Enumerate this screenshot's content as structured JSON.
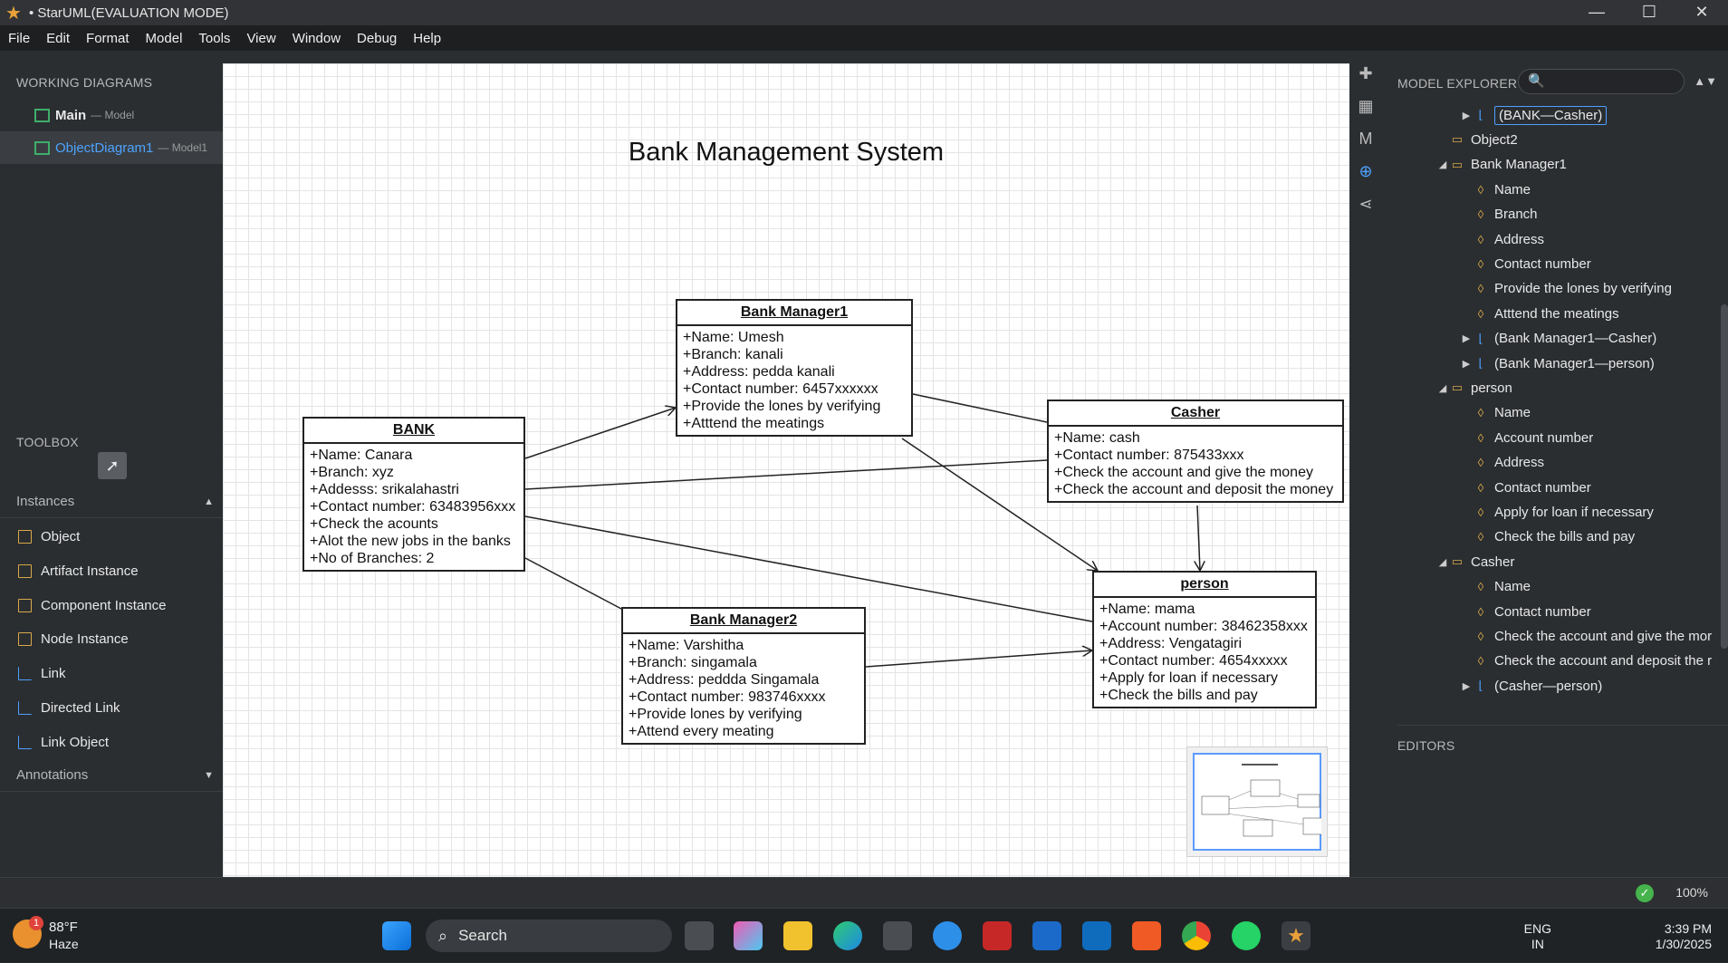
{
  "window": {
    "title": "• StarUML(EVALUATION MODE)",
    "minimize": "—",
    "maximize": "☐",
    "close": "✕"
  },
  "menu": [
    "File",
    "Edit",
    "Format",
    "Model",
    "Tools",
    "View",
    "Window",
    "Debug",
    "Help"
  ],
  "working_diagrams": {
    "title": "WORKING DIAGRAMS",
    "items": [
      {
        "name": "Main",
        "sub": "— Model"
      },
      {
        "name": "ObjectDiagram1",
        "sub": "— Model1"
      }
    ]
  },
  "toolbox": {
    "title": "TOOLBOX",
    "group_instances": "Instances",
    "items": [
      "Object",
      "Artifact Instance",
      "Component Instance",
      "Node Instance",
      "Link",
      "Directed Link",
      "Link Object"
    ],
    "group_annotations": "Annotations"
  },
  "diagram": {
    "title": "Bank Management System",
    "objects": [
      {
        "id": "bank",
        "name": "BANK",
        "attrs": [
          "+Name: Canara",
          "+Branch: xyz",
          "+Addesss: srikalahastri",
          "+Contact number: 63483956xxx",
          "+Check the acounts",
          "+Alot the new jobs in the banks",
          "+No of Branches: 2"
        ]
      },
      {
        "id": "bm1",
        "name": "Bank Manager1",
        "attrs": [
          "+Name: Umesh",
          "+Branch: kanali",
          "+Address: pedda kanali",
          "+Contact number: 6457xxxxxx",
          "+Provide the lones by verifying",
          "+Atttend the meatings"
        ]
      },
      {
        "id": "casher",
        "name": "Casher",
        "attrs": [
          "+Name: cash",
          "+Contact number: 875433xxx",
          "+Check the account and give the money",
          "+Check the account and deposit the money"
        ]
      },
      {
        "id": "person",
        "name": "person",
        "attrs": [
          "+Name: mama",
          "+Account number: 38462358xxx",
          "+Address: Vengatagiri",
          "+Contact  number: 4654xxxxx",
          "+Apply for loan if necessary",
          "+Check the bills and pay"
        ]
      },
      {
        "id": "bm2",
        "name": "Bank Manager2",
        "attrs": [
          "+Name: Varshitha",
          "+Branch: singamala",
          "+Address: peddda Singamala",
          "+Contact number: 983746xxxx",
          "+Provide lones by verifying",
          "+Attend every meating"
        ]
      }
    ]
  },
  "model_explorer": {
    "title": "MODEL EXPLORER",
    "search_placeholder": "",
    "rows": [
      {
        "label": "(BANK—Casher)",
        "kind": "link",
        "twisty": "▶"
      },
      {
        "label": "Object2",
        "kind": "object",
        "twisty": ""
      },
      {
        "label": "Bank Manager1",
        "kind": "object",
        "twisty": "◢"
      },
      {
        "label": "Name",
        "kind": "slot",
        "twisty": ""
      },
      {
        "label": "Branch",
        "kind": "slot",
        "twisty": ""
      },
      {
        "label": "Address",
        "kind": "slot",
        "twisty": ""
      },
      {
        "label": "Contact number",
        "kind": "slot",
        "twisty": ""
      },
      {
        "label": "Provide the lones by verifying",
        "kind": "slot",
        "twisty": ""
      },
      {
        "label": "Atttend the meatings",
        "kind": "slot",
        "twisty": ""
      },
      {
        "label": "(Bank Manager1—Casher)",
        "kind": "link",
        "twisty": "▶"
      },
      {
        "label": "(Bank Manager1—person)",
        "kind": "link",
        "twisty": "▶"
      },
      {
        "label": "person",
        "kind": "object",
        "twisty": "◢"
      },
      {
        "label": "Name",
        "kind": "slot",
        "twisty": ""
      },
      {
        "label": "Account number",
        "kind": "slot",
        "twisty": ""
      },
      {
        "label": "Address",
        "kind": "slot",
        "twisty": ""
      },
      {
        "label": "Contact number",
        "kind": "slot",
        "twisty": ""
      },
      {
        "label": "Apply for loan if necessary",
        "kind": "slot",
        "twisty": ""
      },
      {
        "label": "Check the bills and pay",
        "kind": "slot",
        "twisty": ""
      },
      {
        "label": "Casher",
        "kind": "object",
        "twisty": "◢"
      },
      {
        "label": "Name",
        "kind": "slot",
        "twisty": ""
      },
      {
        "label": "Contact number",
        "kind": "slot",
        "twisty": ""
      },
      {
        "label": "Check the account and give the mor",
        "kind": "slot",
        "twisty": ""
      },
      {
        "label": "Check the account and deposit the r",
        "kind": "slot",
        "twisty": ""
      },
      {
        "label": "(Casher—person)",
        "kind": "link",
        "twisty": "▶"
      }
    ]
  },
  "editors": {
    "title": "EDITORS"
  },
  "status": {
    "zoom": "100%"
  },
  "taskbar": {
    "weather_temp": "88°F",
    "weather_cond": "Haze",
    "weather_badge": "1",
    "search_label": "Search",
    "lang": "ENG",
    "region": "IN",
    "time": "3:39 PM",
    "date": "1/30/2025"
  }
}
